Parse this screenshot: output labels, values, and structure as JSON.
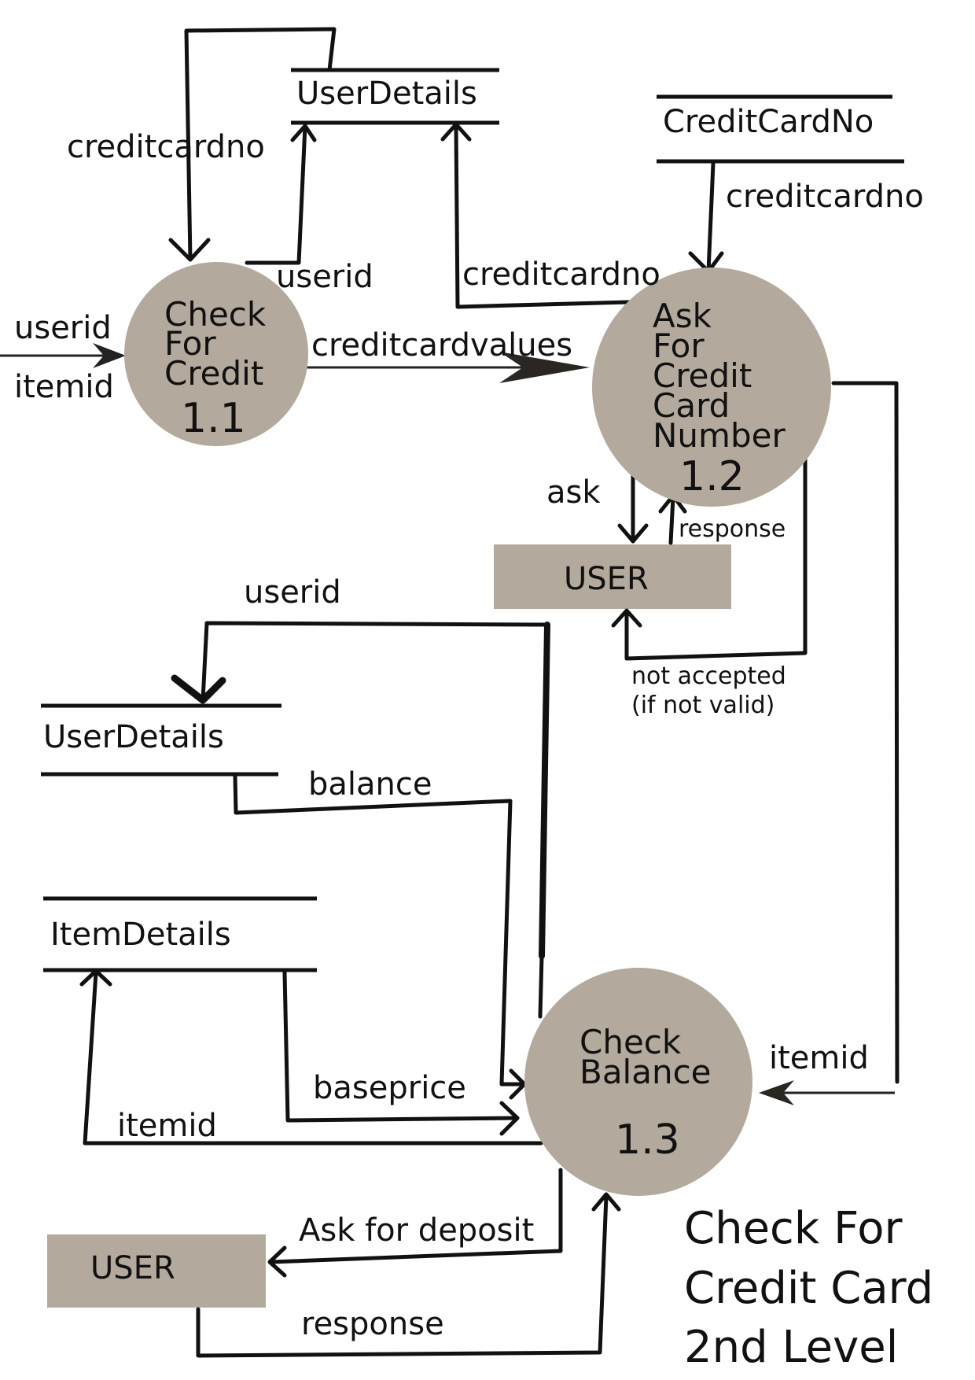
{
  "diagram": {
    "title_lines": [
      "Check For",
      "Credit Card",
      "2nd Level"
    ],
    "processes": {
      "p1": {
        "lines": [
          "Check",
          "For",
          "Credit"
        ],
        "number": "1.1"
      },
      "p2": {
        "lines": [
          "Ask",
          "For",
          "Credit",
          "Card",
          "Number"
        ],
        "number": "1.2"
      },
      "p3": {
        "lines": [
          "Check",
          "Balance"
        ],
        "number": "1.3"
      }
    },
    "stores": {
      "s_userdetails_top": "UserDetails",
      "s_creditcardno": "CreditCardNo",
      "s_userdetails_mid": "UserDetails",
      "s_itemdetails": "ItemDetails"
    },
    "entities": {
      "e_user_top": "USER",
      "e_user_bottom": "USER"
    },
    "flows": {
      "creditcardno_left": "creditcardno",
      "userid_top": "userid",
      "creditcardno_from_p2": "creditcardno",
      "creditcardno_store": "creditcardno",
      "userid_in": "userid",
      "itemid_in": "itemid",
      "creditcardvalues": "creditcardvalues",
      "ask": "ask",
      "response_top": "response",
      "not_accepted_1": "not accepted",
      "not_accepted_2": "(if not valid)",
      "userid_mid": "userid",
      "balance": "balance",
      "baseprice": "baseprice",
      "itemid_left": "itemid",
      "itemid_right": "itemid",
      "ask_for_deposit": "Ask for deposit",
      "response_bottom": "response"
    }
  }
}
